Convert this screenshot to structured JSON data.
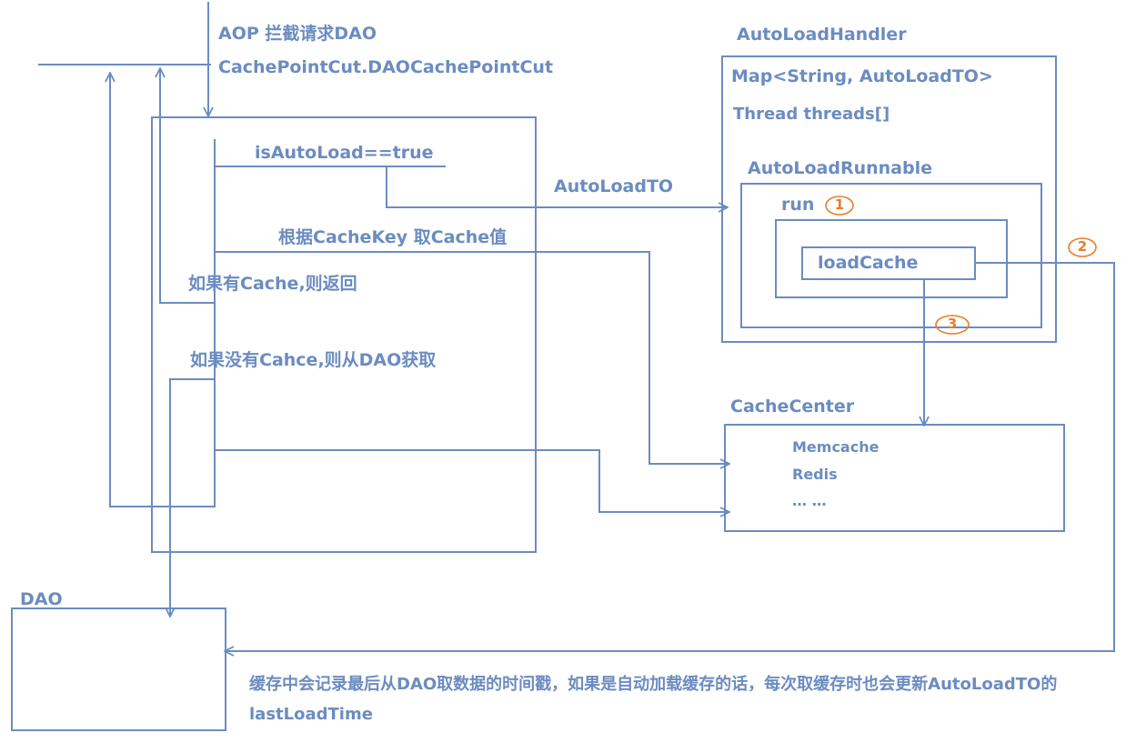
{
  "labels": {
    "aop_intercept": "AOP 拦截请求DAO",
    "pointcut": "CachePointCut.DAOCachePointCut",
    "is_auto_load": "isAutoLoad==true",
    "auto_load_to": "AutoLoadTO",
    "get_cache_by_key": "根据CacheKey 取Cache值",
    "return_if_cache": "如果有Cache,则返回",
    "dao_if_no_cache": "如果没有Cahce,则从DAO获取",
    "auto_load_handler": "AutoLoadHandler",
    "map_field": "Map<String, AutoLoadTO>",
    "threads_field": "Thread threads[]",
    "auto_load_runnable": "AutoLoadRunnable",
    "run": "run",
    "load_cache": "loadCache",
    "cache_center": "CacheCenter",
    "memcache": "Memcache",
    "redis": "Redis",
    "ellipsis": "… …",
    "dao": "DAO",
    "note_line1": "缓存中会记录最后从DAO取数据的时间戳，如果是自动加载缓存的话，每次取缓存时也会更新AutoLoadTO的",
    "note_line2": "lastLoadTime"
  },
  "markers": {
    "step1": "1",
    "step2": "2",
    "step3": "3"
  },
  "colors": {
    "line": "#6b8cc0",
    "text": "#6b8cc0",
    "marker": "#ea7c2b"
  }
}
